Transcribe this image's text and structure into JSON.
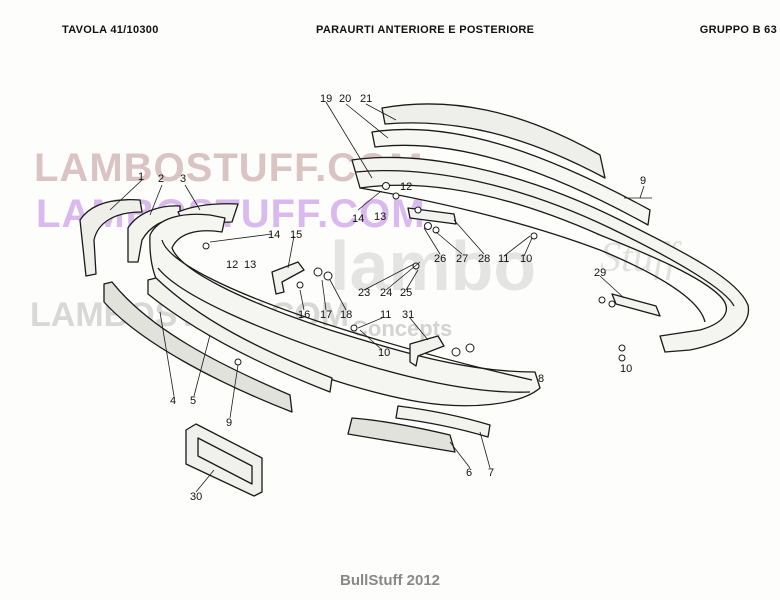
{
  "header": {
    "table_ref": "TAVOLA 41/10300",
    "title": "PARAURTI ANTERIORE E POSTERIORE",
    "group": "GRUPPO B 63"
  },
  "watermarks": {
    "line1": "LAMBOSTUFF.COM",
    "line2": "LAMBOSTUFF.COM",
    "line3": "LAMBOSTUFF.COM",
    "concepts": "Concepts",
    "lambo": "lambo",
    "stuff": "Stuff"
  },
  "callouts": [
    "1",
    "2",
    "3",
    "4",
    "5",
    "6",
    "7",
    "8",
    "9",
    "9",
    "10",
    "10",
    "10",
    "11",
    "11",
    "12",
    "12",
    "13",
    "13",
    "14",
    "14",
    "15",
    "16",
    "17",
    "18",
    "19",
    "20",
    "21",
    "23",
    "24",
    "25",
    "26",
    "27",
    "28",
    "29",
    "30",
    "31"
  ],
  "footer": "BullStuff 2012"
}
